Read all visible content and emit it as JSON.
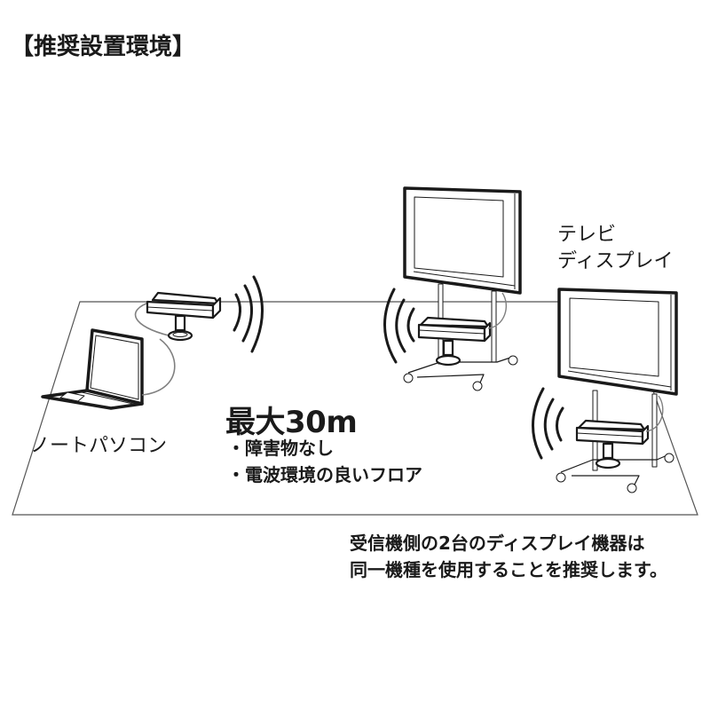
{
  "title": "【推奨設置環境】",
  "devices": {
    "laptop_label": "ノートパソコン",
    "display_label_line1": "テレビ",
    "display_label_line2": "ディスプレイ"
  },
  "range": {
    "headline": "最大30m",
    "conditions": [
      "・障害物なし",
      "・電波環境の良いフロア"
    ]
  },
  "note": {
    "line1": "受信機側の2台のディスプレイ機器は",
    "line2": "同一機種を使用することを推奨します。"
  },
  "icons": {
    "transmitter": "transmitter-box-icon",
    "receiver": "receiver-box-icon",
    "laptop": "laptop-icon",
    "display": "display-on-stand-icon",
    "signal": "wireless-signal-icon"
  },
  "colors": {
    "line": "#1a1a1a",
    "cable": "#808080",
    "floor": "#555555",
    "background": "#ffffff"
  }
}
